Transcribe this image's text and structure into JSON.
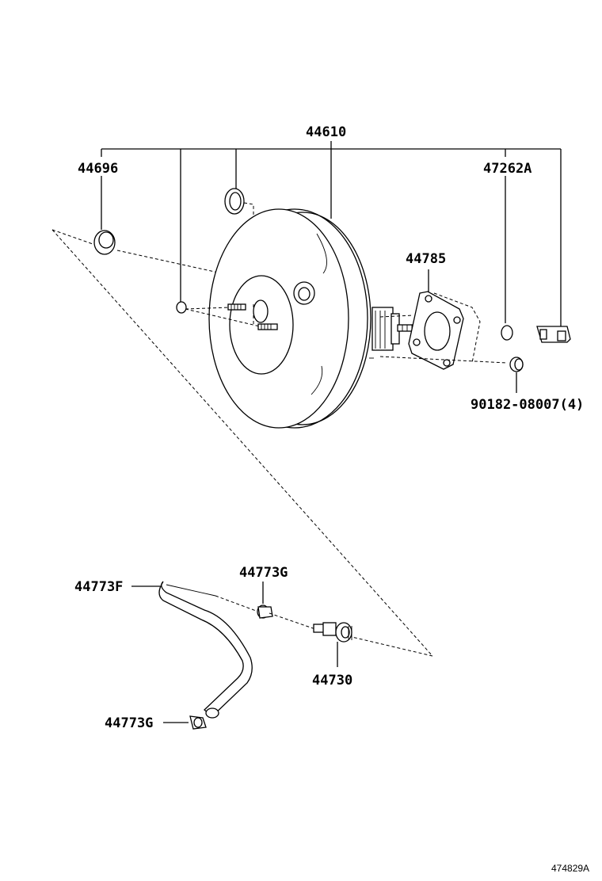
{
  "parts": {
    "brake_booster": "44610",
    "grommet": "44696",
    "clamp_top": "47262A",
    "gasket": "44785",
    "nut": "90182-08007(4)",
    "hose": "44773F",
    "hose_clamp_upper": "44773G",
    "check_valve": "44730",
    "hose_clamp_lower": "44773G"
  },
  "figure_id": "474829A"
}
